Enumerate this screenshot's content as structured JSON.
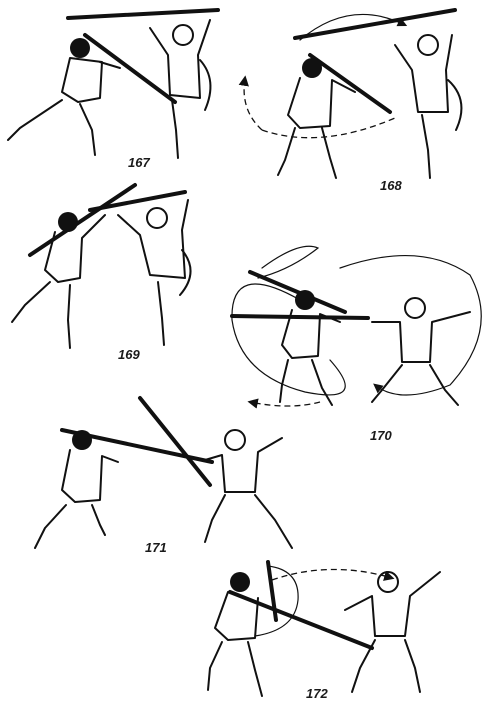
{
  "figures": [
    {
      "label": "167"
    },
    {
      "label": "168"
    },
    {
      "label": "169"
    },
    {
      "label": "170"
    },
    {
      "label": "171"
    },
    {
      "label": "172"
    }
  ],
  "colors": {
    "ink": "#111111",
    "paper": "#ffffff"
  }
}
